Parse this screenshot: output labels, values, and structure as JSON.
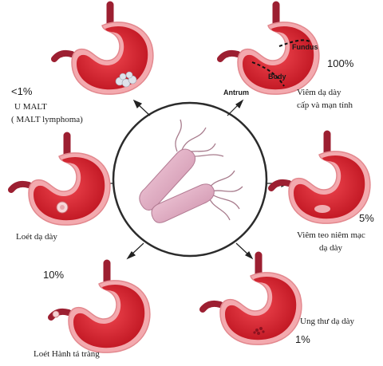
{
  "stomachs": {
    "malt": {
      "pct": "<1%",
      "line1": "U MALT",
      "line2": "( MALT lymphoma)"
    },
    "ulcer": {
      "line1": "Loét dạ dày"
    },
    "duod": {
      "pct": "10%",
      "line1": "Loét Hành tá tràng"
    },
    "gastritis": {
      "pct": "100%",
      "line1": "Viêm dạ dày",
      "line2": "cấp và mạn tính",
      "regions": {
        "fundus": "Fundus",
        "body": "Body",
        "antrum": "Antrum"
      }
    },
    "atrophy": {
      "pct": "5%",
      "line1": "Viêm teo niêm mạc",
      "line2": "dạ dày"
    },
    "cancer": {
      "pct": "1%",
      "line1": "Ung thư dạ dày"
    }
  },
  "colors": {
    "stomach_fill": "#d8232e",
    "stomach_outline": "#f2a3a8",
    "tube": "#b4283a",
    "bacteria": "#e7b6c8"
  }
}
